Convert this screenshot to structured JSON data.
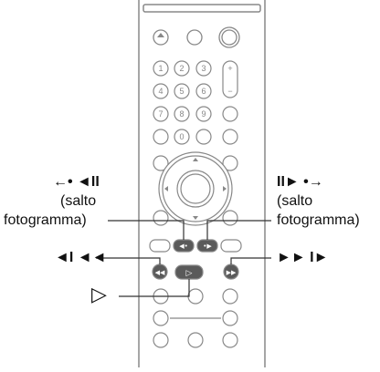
{
  "remote": {
    "name": "remote control",
    "rows": [
      {
        "type": "round-open",
        "items": [
          "eject-icon",
          "circle",
          "big-circle"
        ]
      },
      {
        "type": "numbers",
        "items": [
          "1",
          "2",
          "3"
        ]
      },
      {
        "type": "numbers",
        "items": [
          "4",
          "5",
          "6"
        ]
      },
      {
        "type": "numbers",
        "items": [
          "7",
          "8",
          "9"
        ]
      },
      {
        "type": "numbers",
        "items": [
          "",
          "0",
          "",
          ""
        ]
      }
    ]
  },
  "labels": {
    "left_step_symbols": "←• ◄II",
    "left_step_text": "(salto",
    "left_step_text2": "fotogramma)",
    "right_step_symbols": "II► •→",
    "right_step_text": "(salto",
    "right_step_text2": "fotogramma)",
    "left_scan_symbols": "◄I ◄◄",
    "right_scan_symbols": "►► I►",
    "play_symbol": "▷"
  },
  "colors": {
    "panel_stroke": "#888888",
    "button_stroke": "#888888",
    "highlight_fill": "#5a5a5a",
    "leader": "#333333"
  }
}
